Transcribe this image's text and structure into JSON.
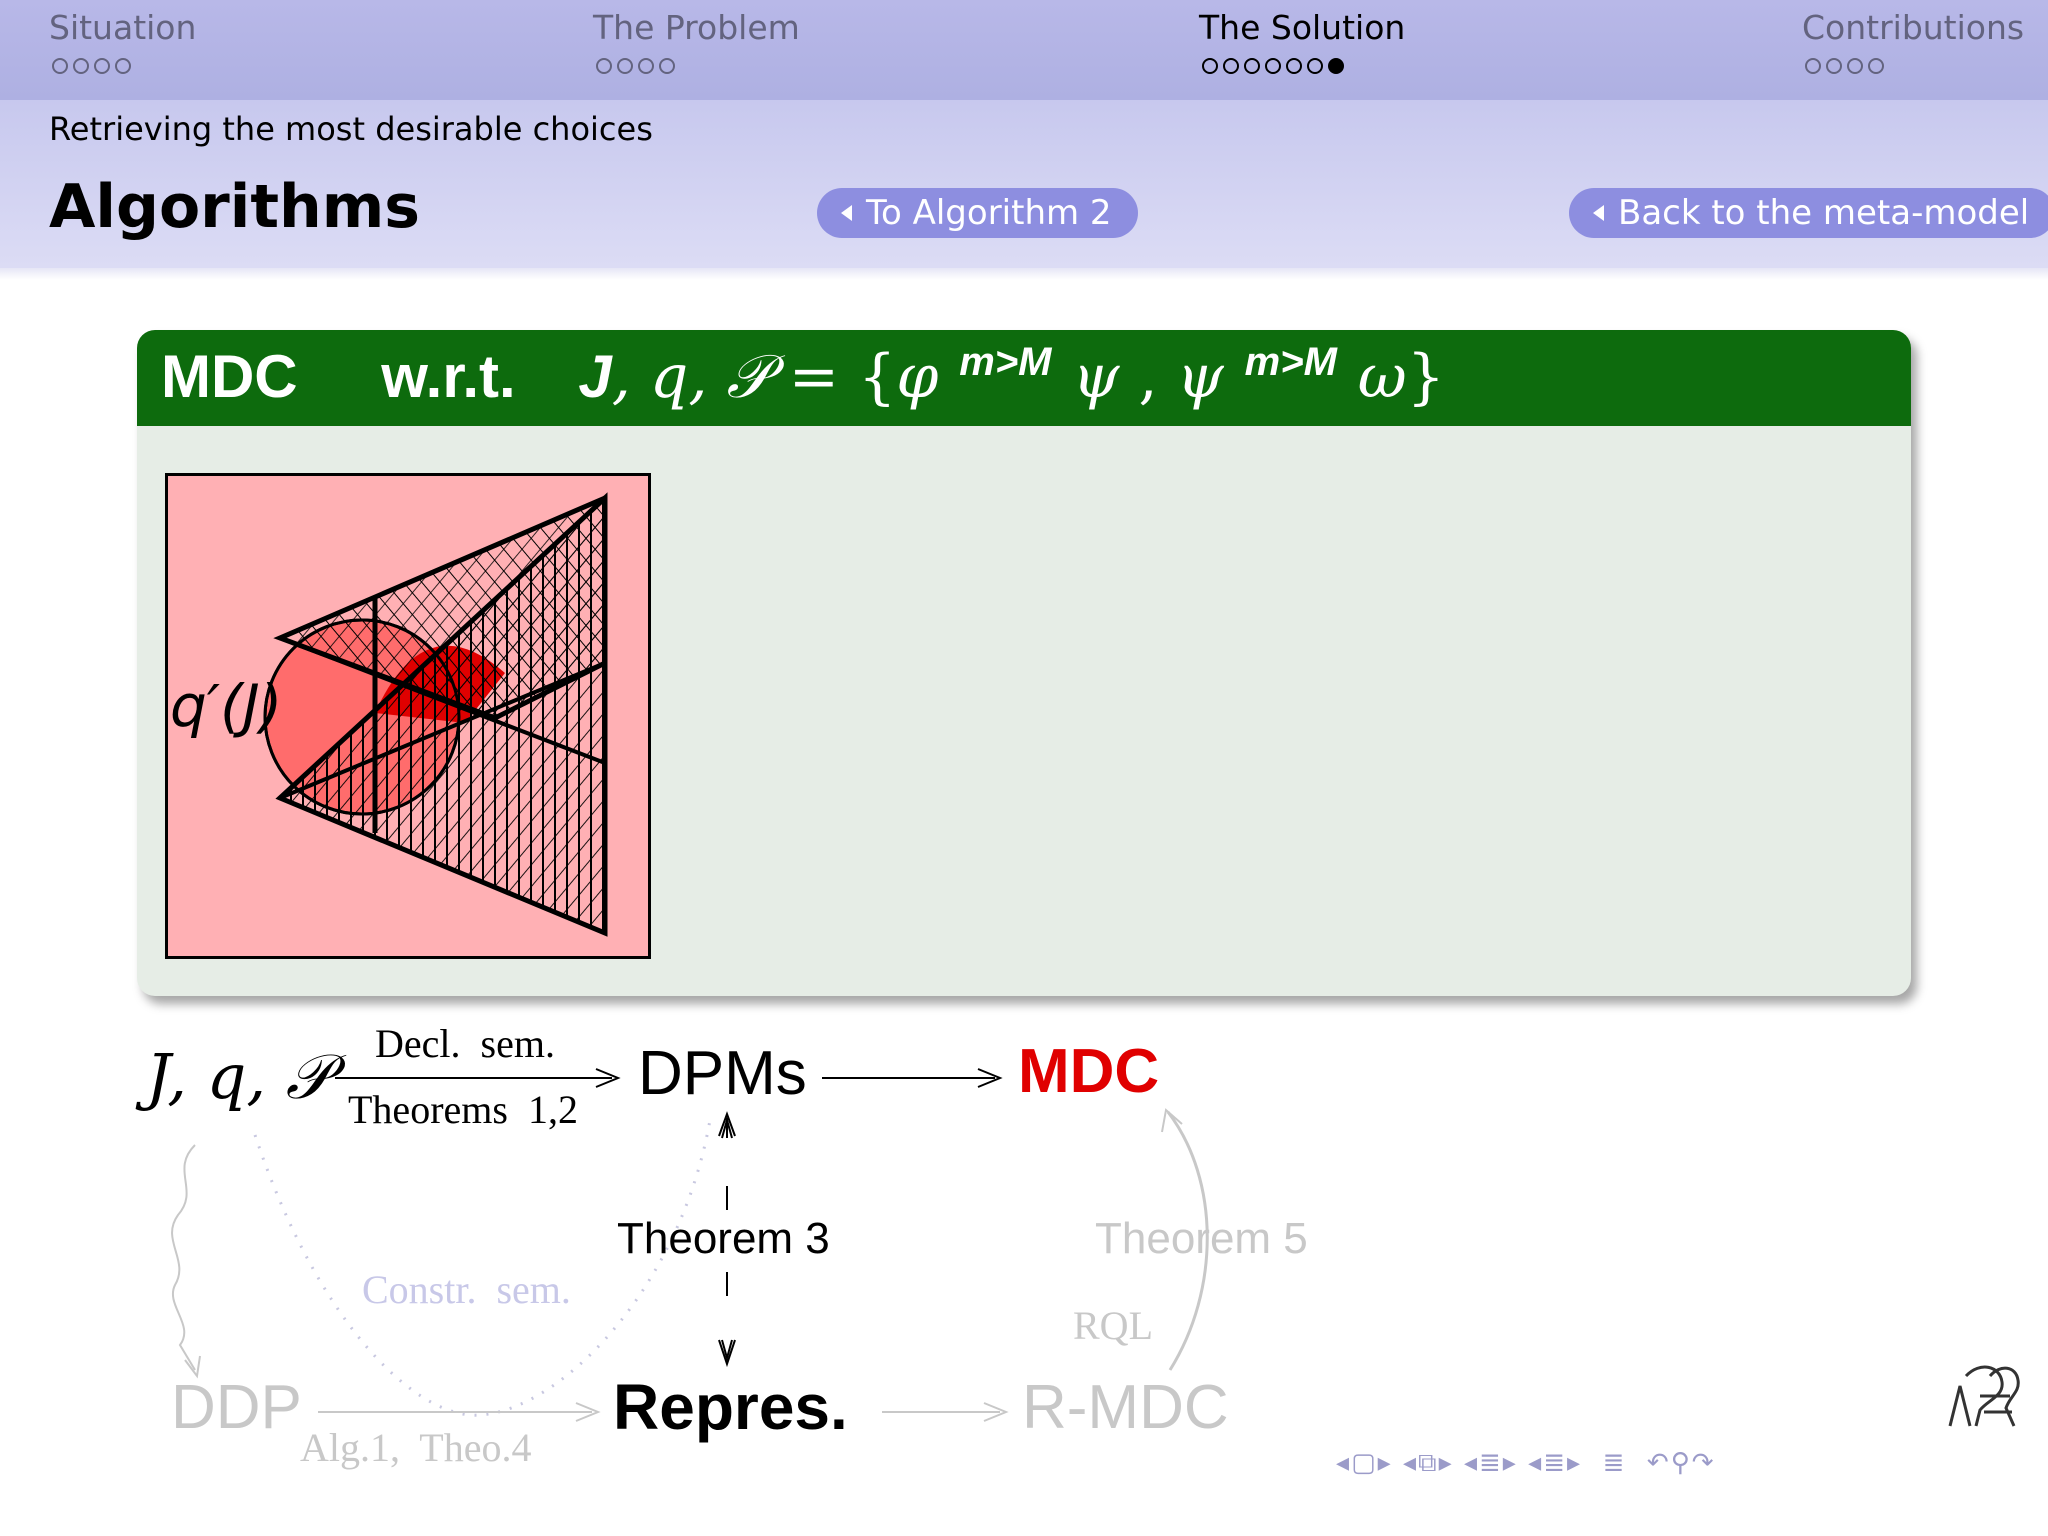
{
  "nav": {
    "sections": [
      {
        "label": "Situation",
        "dots": 4,
        "filled": 0,
        "active": false
      },
      {
        "label": "The Problem",
        "dots": 4,
        "filled": 0,
        "active": false
      },
      {
        "label": "The Solution",
        "dots": 7,
        "filled": 1,
        "active": true
      },
      {
        "label": "Contributions",
        "dots": 4,
        "filled": 0,
        "active": false
      }
    ]
  },
  "header": {
    "subtitle": "Retrieving the most desirable choices",
    "title": "Algorithms",
    "to_algorithm_button": "To Algorithm 2",
    "back_button": "Back to the meta-model"
  },
  "block": {
    "mdc": "MDC",
    "wrt": "w.r.t.",
    "J": "J",
    "q": "q",
    "P": "𝒫",
    "phi": "φ",
    "psi": "ψ",
    "omega": "ω",
    "m": "m",
    "M": "M",
    "venn_label": "q′(J)"
  },
  "diagram": {
    "inputs": "J, q, 𝒫",
    "decl_sem": "Decl.  sem.",
    "theorems_12": "Theorems  1,2",
    "dpms": "DPMs",
    "mdc": "MDC",
    "theorem3": "Theorem 3",
    "theorem5": "Theorem 5",
    "constr_sem": "Constr.  sem.",
    "rql": "RQL",
    "ddp": "DDP",
    "alg_theo": "Alg.1,  Theo.4",
    "repres": "Repres.",
    "rmdc": "R-MDC"
  },
  "colors": {
    "header": "#b8b8e8",
    "block_head": "#0d6b0d",
    "block_body": "#e6ede6",
    "button": "#8d8ee0",
    "mdc_red": "#e00000",
    "venn_bg": "#ffb0b4"
  },
  "icons": [
    "nav-prev-icon",
    "frame-icon",
    "nav-next-icon",
    "subsection-icon",
    "section-icon",
    "align-icon",
    "undo-icon",
    "search-icon",
    "redo-icon"
  ]
}
